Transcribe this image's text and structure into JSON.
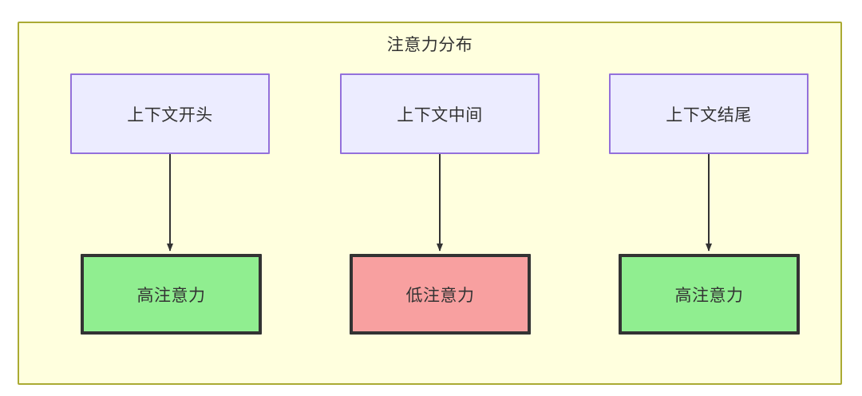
{
  "diagram": {
    "title": "注意力分布",
    "background_color": "#ffffde",
    "border_color": "#aaaa33",
    "text_color": "#333333"
  },
  "nodes": {
    "sources": [
      {
        "id": "src-start",
        "label": "上下文开头",
        "fill": "#ececff",
        "stroke": "#9370db"
      },
      {
        "id": "src-middle",
        "label": "上下文中间",
        "fill": "#ececff",
        "stroke": "#9370db"
      },
      {
        "id": "src-end",
        "label": "上下文结尾",
        "fill": "#ececff",
        "stroke": "#9370db"
      }
    ],
    "outcomes": [
      {
        "id": "out-start",
        "label": "高注意力",
        "fill": "#90ee90",
        "stroke": "#333333"
      },
      {
        "id": "out-middle",
        "label": "低注意力",
        "fill": "#f8a0a0",
        "stroke": "#333333"
      },
      {
        "id": "out-end",
        "label": "高注意力",
        "fill": "#90ee90",
        "stroke": "#333333"
      }
    ]
  },
  "edges": [
    {
      "from": "上下文开头",
      "to": "高注意力",
      "color": "#333333"
    },
    {
      "from": "上下文中间",
      "to": "低注意力",
      "color": "#333333"
    },
    {
      "from": "上下文结尾",
      "to": "高注意力",
      "color": "#333333"
    }
  ]
}
